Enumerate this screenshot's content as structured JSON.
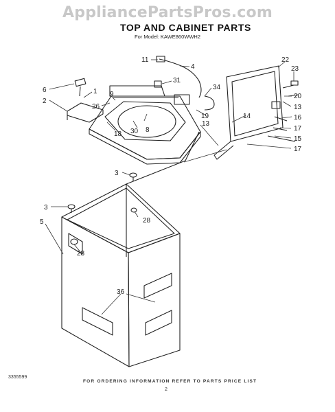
{
  "watermark": "AppliancePartsPros.com",
  "title": "TOP AND CABINET PARTS",
  "model_line": "For Model: KAWE860WWH2",
  "doc_number": "3355599",
  "footer_note": "FOR ORDERING INFORMATION REFER TO PARTS PRICE LIST",
  "page_number": "2",
  "callouts": {
    "c11": "11",
    "c4": "4",
    "c31": "31",
    "c34": "34",
    "c22": "22",
    "c23": "23",
    "c20": "20",
    "c13a": "13",
    "c16": "16",
    "c17a": "17",
    "c15": "15",
    "c17b": "17",
    "c6": "6",
    "c1": "1",
    "c2": "2",
    "c26": "26",
    "c9": "9",
    "c8": "8",
    "c30": "30",
    "c18": "18",
    "c19": "19",
    "c14": "14",
    "c13b": "13",
    "c3a": "3",
    "c28a": "28",
    "c3b": "3",
    "c5": "5",
    "c28b": "28",
    "c36": "36"
  }
}
